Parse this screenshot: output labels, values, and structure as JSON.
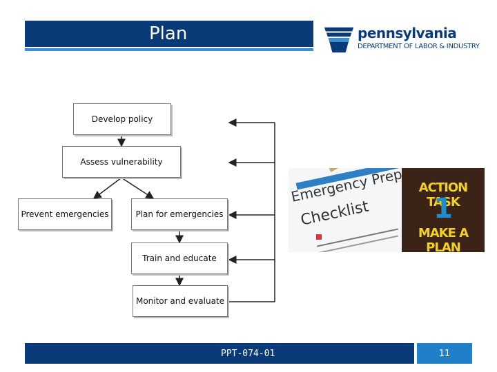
{
  "slide": {
    "title": "Plan",
    "footer_code": "PPT-074-01",
    "page_number": "11"
  },
  "logo": {
    "name": "pennsylvania",
    "subtitle": "DEPARTMENT OF LABOR & INDUSTRY",
    "color": "#0b3a78"
  },
  "flowchart": {
    "steps": [
      "Develop policy",
      "Assess vulnerability",
      "Prevent emergencies",
      "Plan for emergencies",
      "Train and educate",
      "Monitor and evaluate"
    ]
  },
  "images": {
    "checklist": {
      "line1": "Emergency Prepar",
      "line2": "Checklist"
    },
    "action_task": {
      "line1": "ACTION TASK",
      "number": "1",
      "line2": "MAKE A PLAN"
    }
  },
  "colors": {
    "title_bar": "#0b3a78",
    "accent": "#1f7fc9"
  }
}
